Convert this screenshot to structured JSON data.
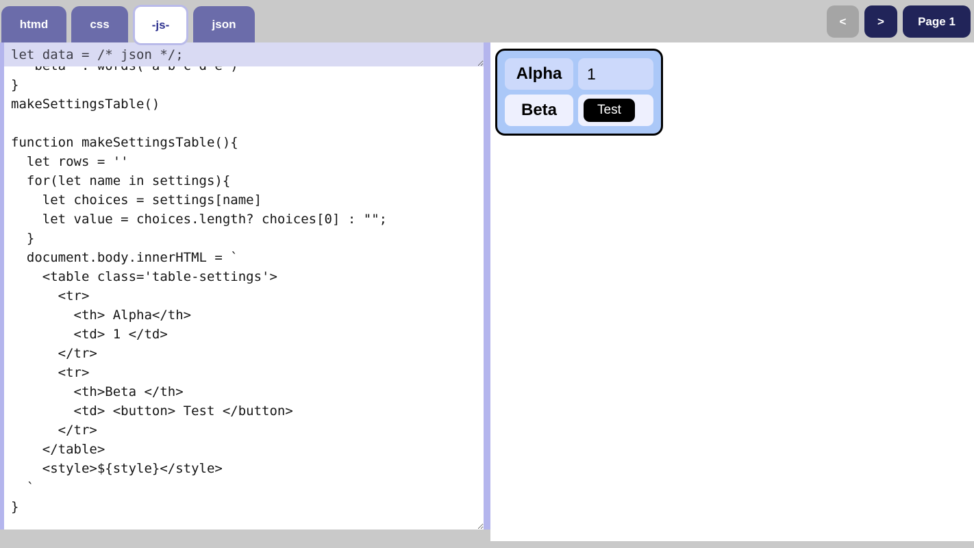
{
  "tabs": {
    "items": [
      {
        "label": "htmd",
        "active": false
      },
      {
        "label": "css",
        "active": false
      },
      {
        "label": "-js-",
        "active": true
      },
      {
        "label": "json",
        "active": false
      }
    ]
  },
  "pager": {
    "prev_label": "<",
    "next_label": ">",
    "page_label": "Page 1"
  },
  "editor": {
    "data_line": "let data = /* json */;",
    "code": "  'beta' : words('a b c d e')\n}\nmakeSettingsTable()\n\nfunction makeSettingsTable(){\n  let rows = ''\n  for(let name in settings){\n    let choices = settings[name]\n    let value = choices.length? choices[0] : \"\";\n  }\n  document.body.innerHTML = `\n    <table class='table-settings'>\n      <tr>\n        <th> Alpha</th>\n        <td> 1 </td>\n      </tr>\n      <tr>\n        <th>Beta </th>\n        <td> <button> Test </button>\n      </tr>\n    </table>\n    <style>${style}</style>\n  `\n}"
  },
  "preview": {
    "rows": [
      {
        "header": "Alpha",
        "value": "1",
        "type": "text"
      },
      {
        "header": "Beta",
        "value": "Test",
        "type": "button"
      }
    ]
  },
  "colors": {
    "tab_inactive": "#6b6caa",
    "tab_active_text": "#2b2f8e",
    "nav_button": "#212459",
    "nav_button_disabled": "#a5a5a5",
    "panel_background": "#b4b5ed",
    "data_line_background": "#d9daf3",
    "preview_table_background": "#abc8f8",
    "preview_cell_row1": "#ccd9fb",
    "preview_cell_row2": "#eef0fe",
    "button_background": "#000000"
  }
}
